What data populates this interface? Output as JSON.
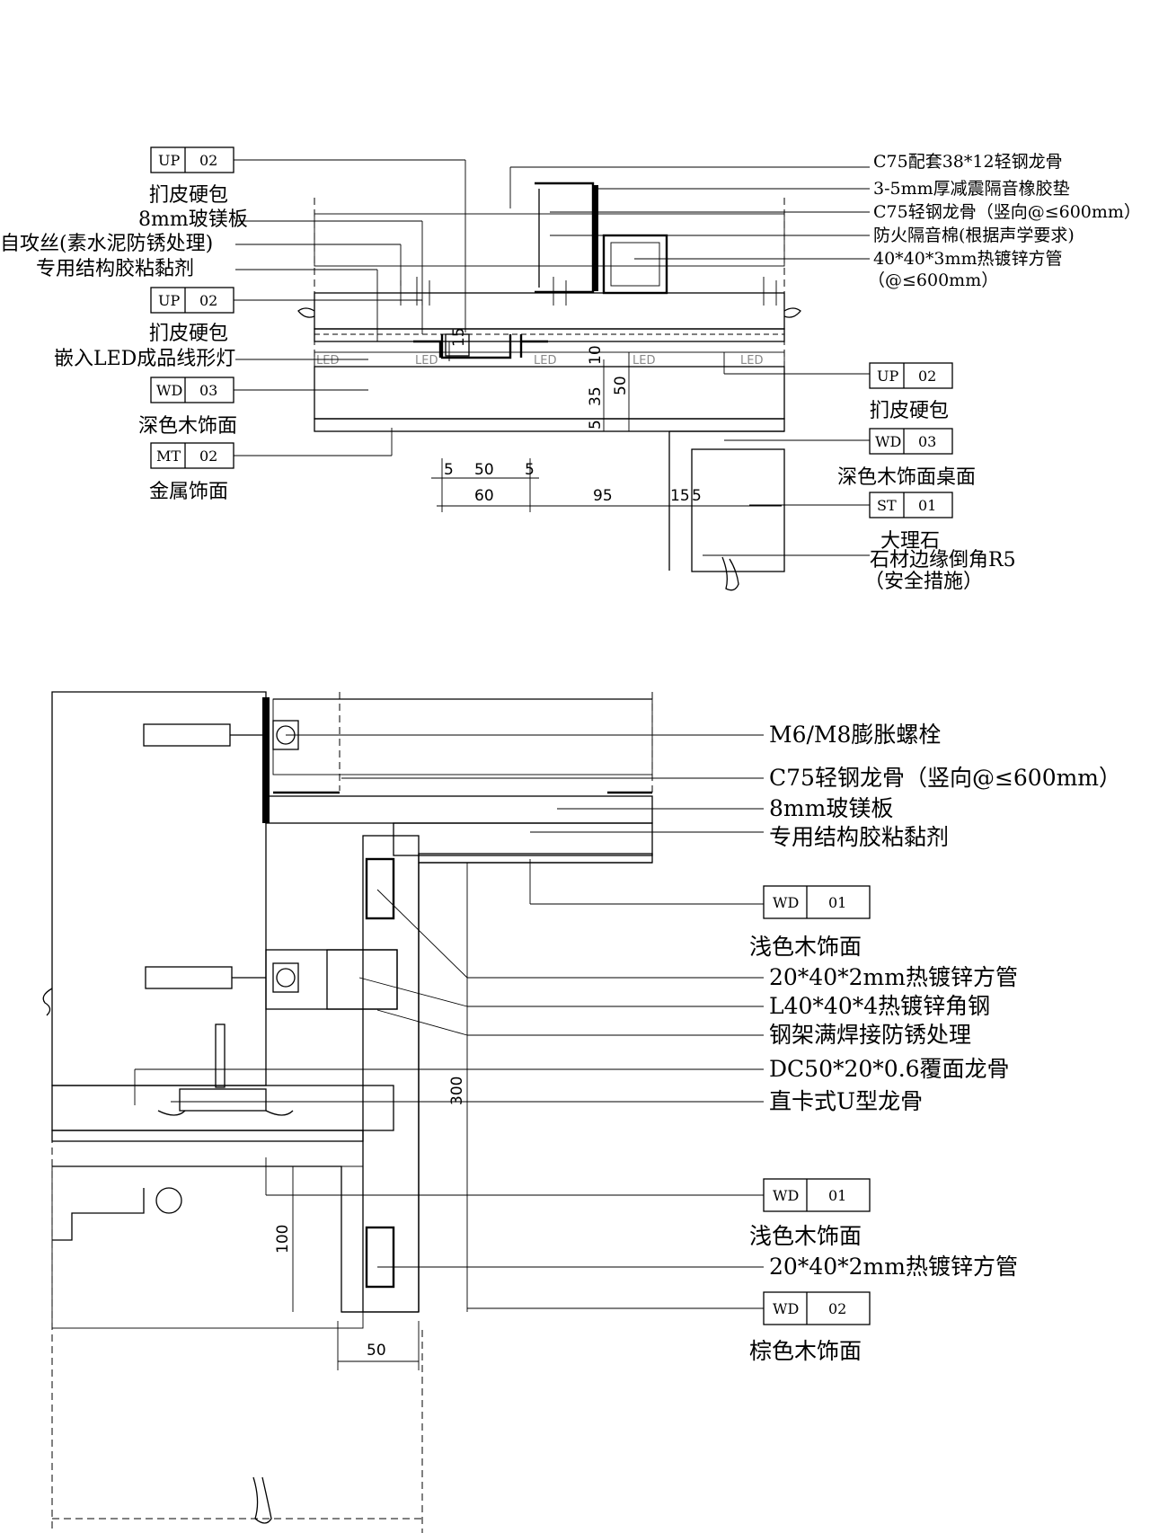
{
  "detail_top": {
    "tags": {
      "up02_a": {
        "code": "UP",
        "num": "02"
      },
      "up02_b": {
        "code": "UP",
        "num": "02"
      },
      "wd03": {
        "code": "WD",
        "num": "03"
      },
      "mt02": {
        "code": "MT",
        "num": "02"
      },
      "up02_c": {
        "code": "UP",
        "num": "02"
      },
      "wd03_b": {
        "code": "WD",
        "num": "03"
      },
      "st01": {
        "code": "ST",
        "num": "01"
      }
    },
    "left_labels": {
      "leather_1": "扪皮硬包",
      "mgo_board": "8mm玻镁板",
      "screw": "自攻丝(素水泥防锈处理)",
      "adhesive": "专用结构胶粘黏剂",
      "leather_2": "扪皮硬包",
      "led": "嵌入LED成品线形灯",
      "dark_wood": "深色木饰面",
      "metal": "金属饰面"
    },
    "right_labels": {
      "keel_38": "C75配套38*12轻钢龙骨",
      "rubber": "3-5mm厚减震隔音橡胶垫",
      "c75": "C75轻钢龙骨（竖向@≤600mm）",
      "fire_wool": "防火隔音棉(根据声学要求)",
      "tube": "40*40*3mm热镀锌方管",
      "tube_spacing": "（@≤600mm）",
      "leather_3": "扪皮硬包",
      "desk": "深色木饰面桌面",
      "marble": "大理石",
      "chamfer": "石材边缘倒角R5",
      "safety": "（安全措施）"
    },
    "dims": {
      "d15": "15",
      "d10": "10",
      "d35": "35",
      "d50v": "50",
      "d5a": "5",
      "d5b": "5",
      "d5c": "5",
      "d50h": "50",
      "d60": "60",
      "d95": "95",
      "d15b": "15",
      "d5d": "5"
    },
    "led_text": "LED"
  },
  "detail_bottom": {
    "labels": {
      "bolt": "M6/M8膨胀螺栓",
      "c75": "C75轻钢龙骨（竖向@≤600mm）",
      "mgo": "8mm玻镁板",
      "adhesive": "专用结构胶粘黏剂",
      "light_wood_1": "浅色木饰面",
      "tube_1": "20*40*2mm热镀锌方管",
      "angle": "L40*40*4热镀锌角钢",
      "weld": "钢架满焊接防锈处理",
      "dc50": "DC50*20*0.6覆面龙骨",
      "u_keel": "直卡式U型龙骨",
      "light_wood_2": "浅色木饰面",
      "tube_2": "20*40*2mm热镀锌方管",
      "brown_wood": "棕色木饰面"
    },
    "tags": {
      "wd01_a": {
        "code": "WD",
        "num": "01"
      },
      "wd01_b": {
        "code": "WD",
        "num": "01"
      },
      "wd02": {
        "code": "WD",
        "num": "02"
      }
    },
    "dims": {
      "d300": "300",
      "d100": "100",
      "d50": "50"
    }
  }
}
